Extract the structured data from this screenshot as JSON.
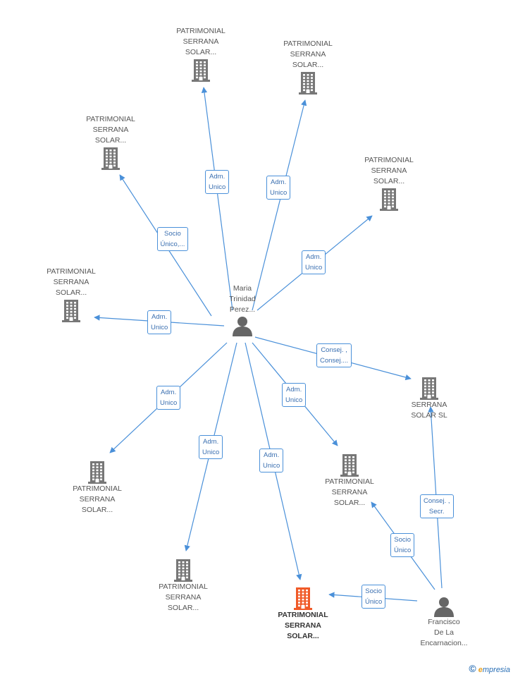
{
  "colors": {
    "edge": "#4a90d9",
    "company": "#777777",
    "main_company": "#f05a28",
    "person": "#666666"
  },
  "nodes": [
    {
      "id": "p1",
      "kind": "person",
      "label": "Maria\nTrinidad\nPerez..."
    },
    {
      "id": "p2",
      "kind": "person",
      "label": "Francisco\nDe La\nEncarnacion..."
    },
    {
      "id": "c1",
      "kind": "company",
      "label": "PATRIMONIAL\nSERRANA\nSOLAR..."
    },
    {
      "id": "c2",
      "kind": "company",
      "label": "PATRIMONIAL\nSERRANA\nSOLAR..."
    },
    {
      "id": "c3",
      "kind": "company",
      "label": "PATRIMONIAL\nSERRANA\nSOLAR..."
    },
    {
      "id": "c4",
      "kind": "company",
      "label": "PATRIMONIAL\nSERRANA\nSOLAR..."
    },
    {
      "id": "c5",
      "kind": "company",
      "label": "PATRIMONIAL\nSERRANA\nSOLAR..."
    },
    {
      "id": "c6",
      "kind": "company",
      "label": "SERRANA\nSOLAR SL"
    },
    {
      "id": "c7",
      "kind": "company",
      "label": "PATRIMONIAL\nSERRANA\nSOLAR..."
    },
    {
      "id": "c8",
      "kind": "company",
      "label": "PATRIMONIAL\nSERRANA\nSOLAR..."
    },
    {
      "id": "c9",
      "kind": "company",
      "label": "PATRIMONIAL\nSERRANA\nSOLAR..."
    },
    {
      "id": "c10",
      "kind": "main",
      "label": "PATRIMONIAL\nSERRANA\nSOLAR..."
    }
  ],
  "edges": [
    {
      "from": "p1",
      "to": "c1",
      "label": "Adm.\nUnico"
    },
    {
      "from": "p1",
      "to": "c2",
      "label": "Adm.\nUnico"
    },
    {
      "from": "p1",
      "to": "c3",
      "label": "Socio\nÚnico,..."
    },
    {
      "from": "p1",
      "to": "c4",
      "label": "Adm.\nUnico"
    },
    {
      "from": "p1",
      "to": "c5",
      "label": "Adm.\nUnico"
    },
    {
      "from": "p1",
      "to": "c6",
      "label": "Consej. ,\nConsej...."
    },
    {
      "from": "p1",
      "to": "c7",
      "label": "Adm.\nUnico"
    },
    {
      "from": "p1",
      "to": "c8",
      "label": "Adm.\nUnico"
    },
    {
      "from": "p1",
      "to": "c9",
      "label": "Adm.\nUnico"
    },
    {
      "from": "p1",
      "to": "c10",
      "label": "Adm.\nUnico"
    },
    {
      "from": "p2",
      "to": "c6",
      "label": "Consej. ,\nSecr."
    },
    {
      "from": "p2",
      "to": "c7",
      "label": "Socio\nÚnico"
    },
    {
      "from": "p2",
      "to": "c10",
      "label": "Socio\nÚnico"
    }
  ],
  "footer": {
    "copyright": "©",
    "brand_initial": "e",
    "brand_rest": "mpresia"
  }
}
